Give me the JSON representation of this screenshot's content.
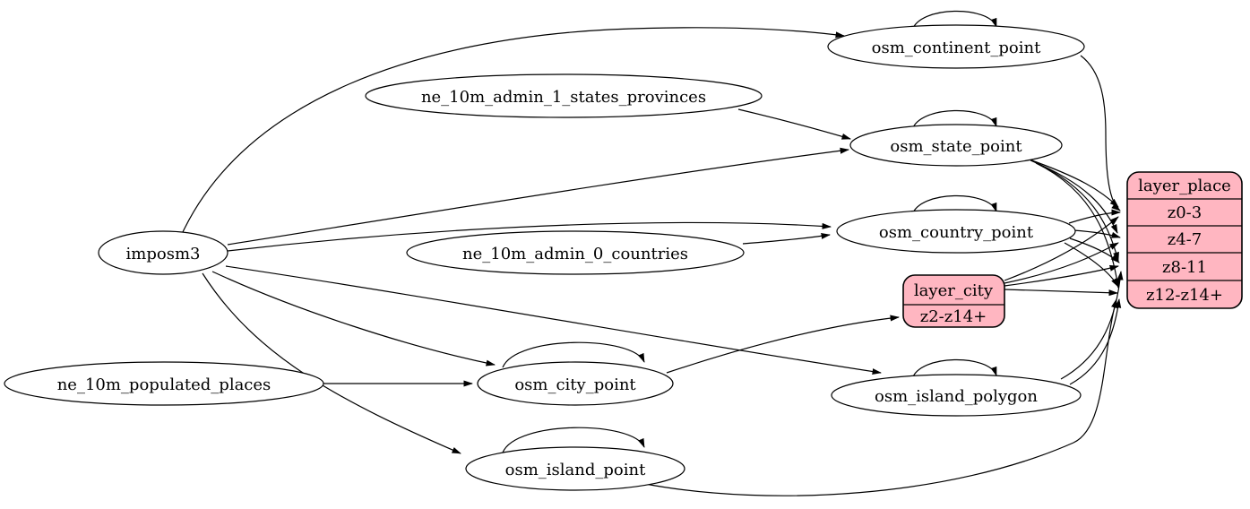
{
  "diagram": {
    "kind": "etl-dependency-graph",
    "colors": {
      "background": "#ffffff",
      "table_node_fill": "#ffffff",
      "layer_node_fill": "#ffb6c1",
      "stroke": "#000000"
    },
    "nodes": {
      "imposm3": {
        "label": "imposm3"
      },
      "ne_10m_admin_1_states_provinces": {
        "label": "ne_10m_admin_1_states_provinces"
      },
      "ne_10m_admin_0_countries": {
        "label": "ne_10m_admin_0_countries"
      },
      "ne_10m_populated_places": {
        "label": "ne_10m_populated_places"
      },
      "osm_continent_point": {
        "label": "osm_continent_point"
      },
      "osm_state_point": {
        "label": "osm_state_point"
      },
      "osm_country_point": {
        "label": "osm_country_point"
      },
      "osm_city_point": {
        "label": "osm_city_point"
      },
      "osm_island_polygon": {
        "label": "osm_island_polygon"
      },
      "osm_island_point": {
        "label": "osm_island_point"
      },
      "layer_city": {
        "title": "layer_city",
        "rows": [
          "z2-z14+"
        ]
      },
      "layer_place": {
        "title": "layer_place",
        "rows": [
          "z0-3",
          "z4-7",
          "z8-11",
          "z12-z14+"
        ]
      }
    },
    "edges": [
      {
        "from": "imposm3",
        "to": "osm_continent_point"
      },
      {
        "from": "imposm3",
        "to": "osm_state_point"
      },
      {
        "from": "imposm3",
        "to": "osm_country_point"
      },
      {
        "from": "imposm3",
        "to": "osm_city_point"
      },
      {
        "from": "imposm3",
        "to": "osm_island_polygon"
      },
      {
        "from": "imposm3",
        "to": "osm_island_point"
      },
      {
        "from": "ne_10m_admin_1_states_provinces",
        "to": "osm_state_point"
      },
      {
        "from": "ne_10m_admin_0_countries",
        "to": "osm_country_point"
      },
      {
        "from": "ne_10m_populated_places",
        "to": "osm_city_point"
      },
      {
        "from": "osm_continent_point",
        "to": "osm_continent_point"
      },
      {
        "from": "osm_state_point",
        "to": "osm_state_point"
      },
      {
        "from": "osm_country_point",
        "to": "osm_country_point"
      },
      {
        "from": "osm_city_point",
        "to": "osm_city_point"
      },
      {
        "from": "osm_island_polygon",
        "to": "osm_island_polygon"
      },
      {
        "from": "osm_island_point",
        "to": "osm_island_point"
      },
      {
        "from": "osm_city_point",
        "to": "layer_city:z2-z14+"
      },
      {
        "from": "osm_continent_point",
        "to": "layer_place:z0-3"
      },
      {
        "from": "osm_state_point",
        "to": "layer_place:z0-3"
      },
      {
        "from": "osm_state_point",
        "to": "layer_place:z4-7"
      },
      {
        "from": "osm_state_point",
        "to": "layer_place:z8-11"
      },
      {
        "from": "osm_state_point",
        "to": "layer_place:z12-z14+"
      },
      {
        "from": "osm_country_point",
        "to": "layer_place:z0-3"
      },
      {
        "from": "osm_country_point",
        "to": "layer_place:z4-7"
      },
      {
        "from": "osm_country_point",
        "to": "layer_place:z8-11"
      },
      {
        "from": "osm_country_point",
        "to": "layer_place:z12-z14+"
      },
      {
        "from": "layer_city",
        "to": "layer_place:z0-3"
      },
      {
        "from": "layer_city",
        "to": "layer_place:z4-7"
      },
      {
        "from": "layer_city",
        "to": "layer_place:z8-11"
      },
      {
        "from": "layer_city",
        "to": "layer_place:z12-z14+"
      },
      {
        "from": "osm_island_polygon",
        "to": "layer_place:z8-11"
      },
      {
        "from": "osm_island_polygon",
        "to": "layer_place:z12-z14+"
      },
      {
        "from": "osm_island_point",
        "to": "layer_place:z12-z14+"
      }
    ]
  }
}
